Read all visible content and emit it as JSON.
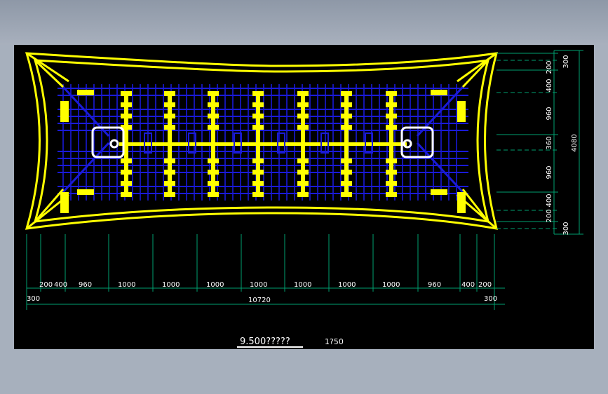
{
  "colors": {
    "background": "#000000",
    "beam_yellow": "#ffff00",
    "rebar_blue": "#1a1ad8",
    "dimension_green": "#00a070",
    "text_white": "#ffffff",
    "outer_frame": "#a7b0bd"
  },
  "title": {
    "text": "9.500?????",
    "scale": "1?50"
  },
  "bottom_dimensions": {
    "segments": [
      "200",
      "400",
      "960",
      "1000",
      "1000",
      "1000",
      "1000",
      "1000",
      "1000",
      "1000",
      "960",
      "400",
      "200"
    ],
    "left_end": "300",
    "total": "10720",
    "right_end": "300"
  },
  "right_dimensions": {
    "segments": [
      "300",
      "200",
      "400",
      "960",
      "360",
      "960",
      "400",
      "200",
      "300"
    ],
    "total": "4080"
  }
}
